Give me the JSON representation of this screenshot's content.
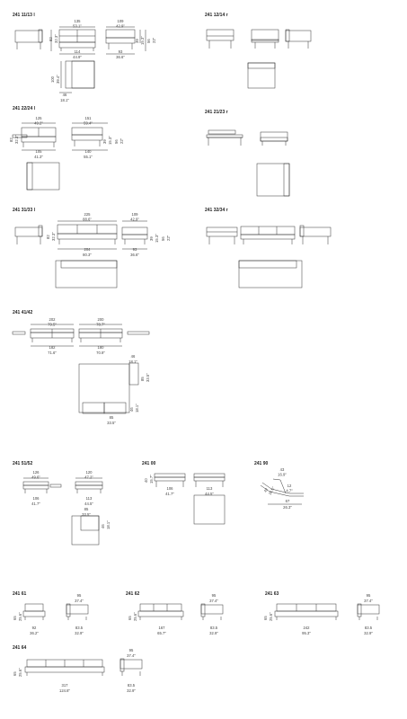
{
  "codes": {
    "c1": "241 11/13 l",
    "c2": "241 12/14 r",
    "c3": "241 22/24 l",
    "c4": "241 21/23 r",
    "c5": "241 31/33 l",
    "c6": "241 32/34 r",
    "c7": "241 41/42",
    "c8": "241 51/52",
    "c9": "241 00",
    "c10": "241 90",
    "c11": "241 61",
    "c12": "241 62",
    "c13": "241 63",
    "c14": "241 64"
  },
  "dims": {
    "d135": "135",
    "d531": "53.1\"",
    "d109a": "109",
    "d429a": "42.9\"",
    "d114": "114",
    "d449a": "44.9\"",
    "d93a": "93",
    "d366a": "36.6\"",
    "d82a": "82",
    "d323a": "32.3\"",
    "d39a": "39",
    "d153a": "15.3\"",
    "d56a": "56",
    "d22a": "22\"",
    "d100": "100",
    "d394": "39.4\"",
    "d46a": "46",
    "d181a": "18.1\"",
    "d125": "125",
    "d492": "49.2\"",
    "d151": "151",
    "d594": "59.4\"",
    "d105": "105",
    "d413": "41.3\"",
    "d140": "140",
    "d551": "55.1\"",
    "d82b": "82",
    "d323b": "32.3\"",
    "d39b": "39",
    "d153b": "15.3\"",
    "d56b": "56",
    "d22b": "22\"",
    "d225": "225",
    "d886": "88.6\"",
    "d109b": "109",
    "d429b": "42.9\"",
    "d204": "204",
    "d803": "80.3\"",
    "d93b": "93",
    "d366b": "36.6\"",
    "d82c": "82",
    "d323c": "32.3\"",
    "d39c": "39",
    "d153c": "15.3\"",
    "d56c": "56",
    "d22c": "22\"",
    "d202": "202",
    "d795": "79.5\"",
    "d200": "200",
    "d787": "78.7\"",
    "d182": "182",
    "d716": "71.6\"",
    "d180": "180",
    "d709": "70.9\"",
    "d46b": "46",
    "d181b": "18.1\"",
    "d85a": "85",
    "d335a": "33.5\"",
    "d46c": "46",
    "d181c": "18.1\"",
    "d85b": "85",
    "d335b": "33.5\"",
    "d126": "126",
    "d496": "49.6\"",
    "d120": "120",
    "d472": "47.2\"",
    "d106a": "106",
    "d417a": "41.7\"",
    "d113a": "113",
    "d445a": "44.5\"",
    "d85c": "85",
    "d335c": "33.5\"",
    "d46d": "46",
    "d181d": "18.1\"",
    "d106b": "106",
    "d417b": "41.7\"",
    "d113b": "113",
    "d445b": "44.5\"",
    "d40a": "40",
    "d157a": "15.7\"",
    "d43": "43",
    "d169": "16.9\"",
    "d67": "67",
    "d263": "26.3\"",
    "d12": "12",
    "d47": "4.7\"",
    "d42": "42",
    "d165": "16.5\"",
    "d95a": "95",
    "d374a": "37.4\"",
    "d92": "92",
    "d362": "36.2\"",
    "d835a": "83.5",
    "d329a": "32.9\"",
    "d95b": "95",
    "d374b": "37.4\"",
    "d167": "167",
    "d657": "65.7\"",
    "d835b": "83.5",
    "d329b": "32.9\"",
    "d95c": "95",
    "d374c": "37.4\"",
    "d242": "242",
    "d953": "95.3\"",
    "d835c": "83.5",
    "d329c": "32.9\"",
    "d95d": "95",
    "d374d": "37.4\"",
    "d317": "317",
    "d1248": "124.8\"",
    "d835d": "83.5",
    "d329d": "32.9\"",
    "d65a": "65",
    "d256a": "25.6\"",
    "d65b": "65",
    "d256b": "25.6\"",
    "d65c": "65",
    "d256c": "25.6\"",
    "d65d": "65",
    "d256d": "25.6\""
  }
}
